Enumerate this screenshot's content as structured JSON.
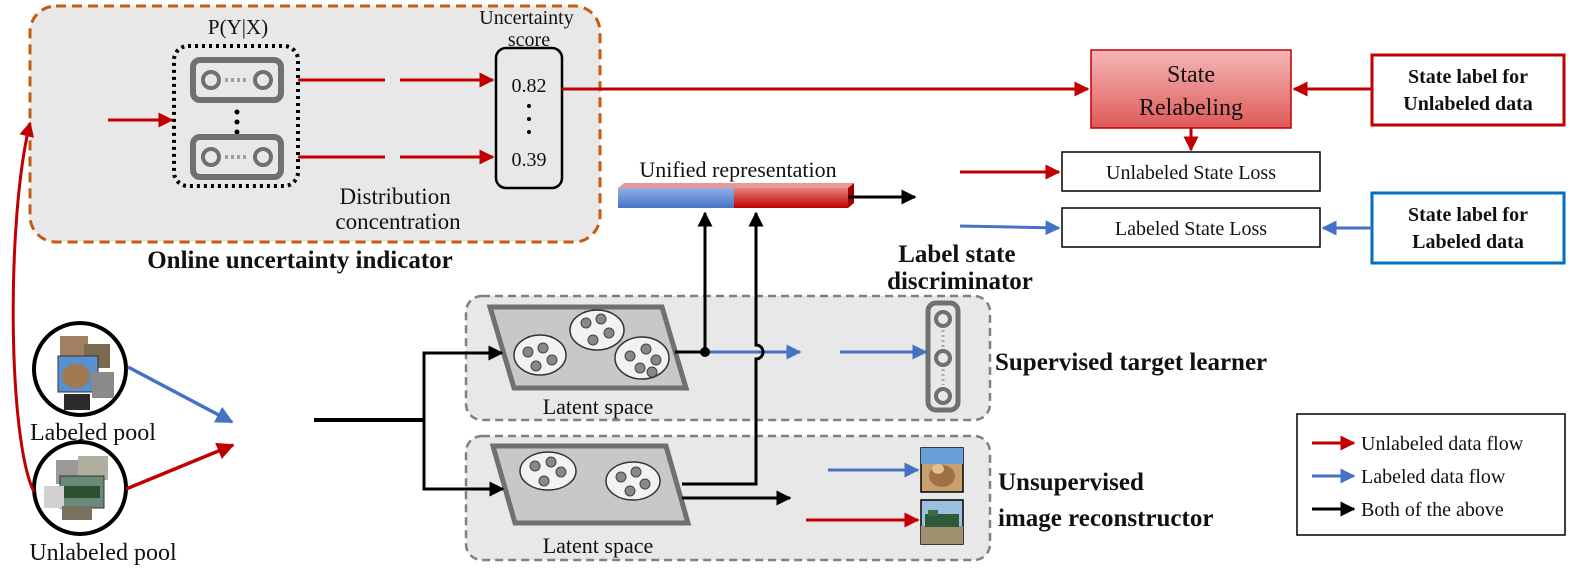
{
  "indicator": {
    "prob_label": "P(Y|X)",
    "uncertainty_title_1": "Uncertainty",
    "uncertainty_title_2": "score",
    "score_top": "0.82",
    "score_bottom": "0.39",
    "dist_1": "Distribution",
    "dist_2": "concentration",
    "caption": "Online uncertainty indicator"
  },
  "unified": {
    "label": "Unified representation"
  },
  "relabel": {
    "line1": "State",
    "line2": "Relabeling"
  },
  "state_label_unlabeled": {
    "line1": "State label for",
    "line2": "Unlabeled data"
  },
  "state_label_labeled": {
    "line1": "State label for",
    "line2": "Labeled data"
  },
  "loss": {
    "unlabeled": "Unlabeled State Loss",
    "labeled": "Labeled State Loss"
  },
  "discriminator": {
    "line1": "Label state",
    "line2": "discriminator"
  },
  "learner": {
    "latent": "Latent space",
    "title": "Supervised target learner"
  },
  "reconstructor": {
    "latent": "Latent space",
    "title1": "Unsupervised",
    "title2": "image reconstructor"
  },
  "pools": {
    "labeled": "Labeled pool",
    "unlabeled": "Unlabeled pool"
  },
  "legend": {
    "items": [
      {
        "label": "Unlabeled data flow",
        "color": "#c00000"
      },
      {
        "label": "Labeled data flow",
        "color": "#4472c4"
      },
      {
        "label": "Both of the above",
        "color": "#000000"
      }
    ]
  },
  "colors": {
    "red": "#c00000",
    "blue": "#4472c4",
    "orange_border": "#c55a11",
    "blue_border": "#0070c0",
    "panel_fill": "#e8e8e8",
    "gray_border": "#808080"
  }
}
